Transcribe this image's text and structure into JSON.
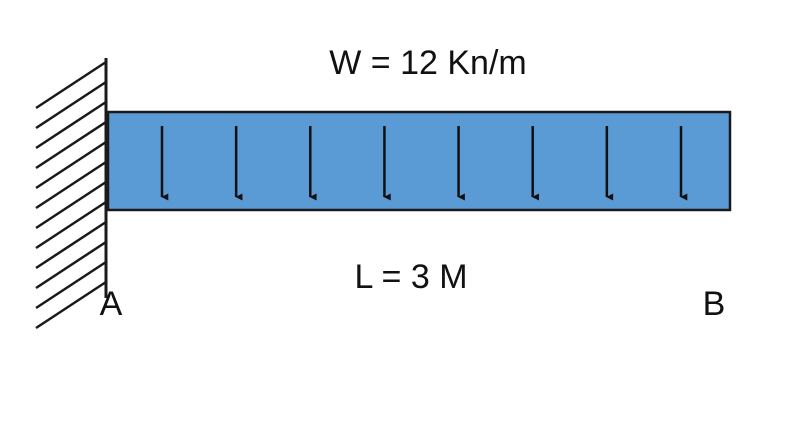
{
  "load_label": "W = 12 Kn/m",
  "length_label": "L = 3 M",
  "support_label": "A",
  "free_end_label": "B",
  "load_arrow_count": 8,
  "colors": {
    "beam_fill": "#5b9bd5",
    "beam_stroke": "#1a1a1a",
    "arrow": "#111111",
    "hatch": "#1a1a1a",
    "text": "#111111"
  }
}
